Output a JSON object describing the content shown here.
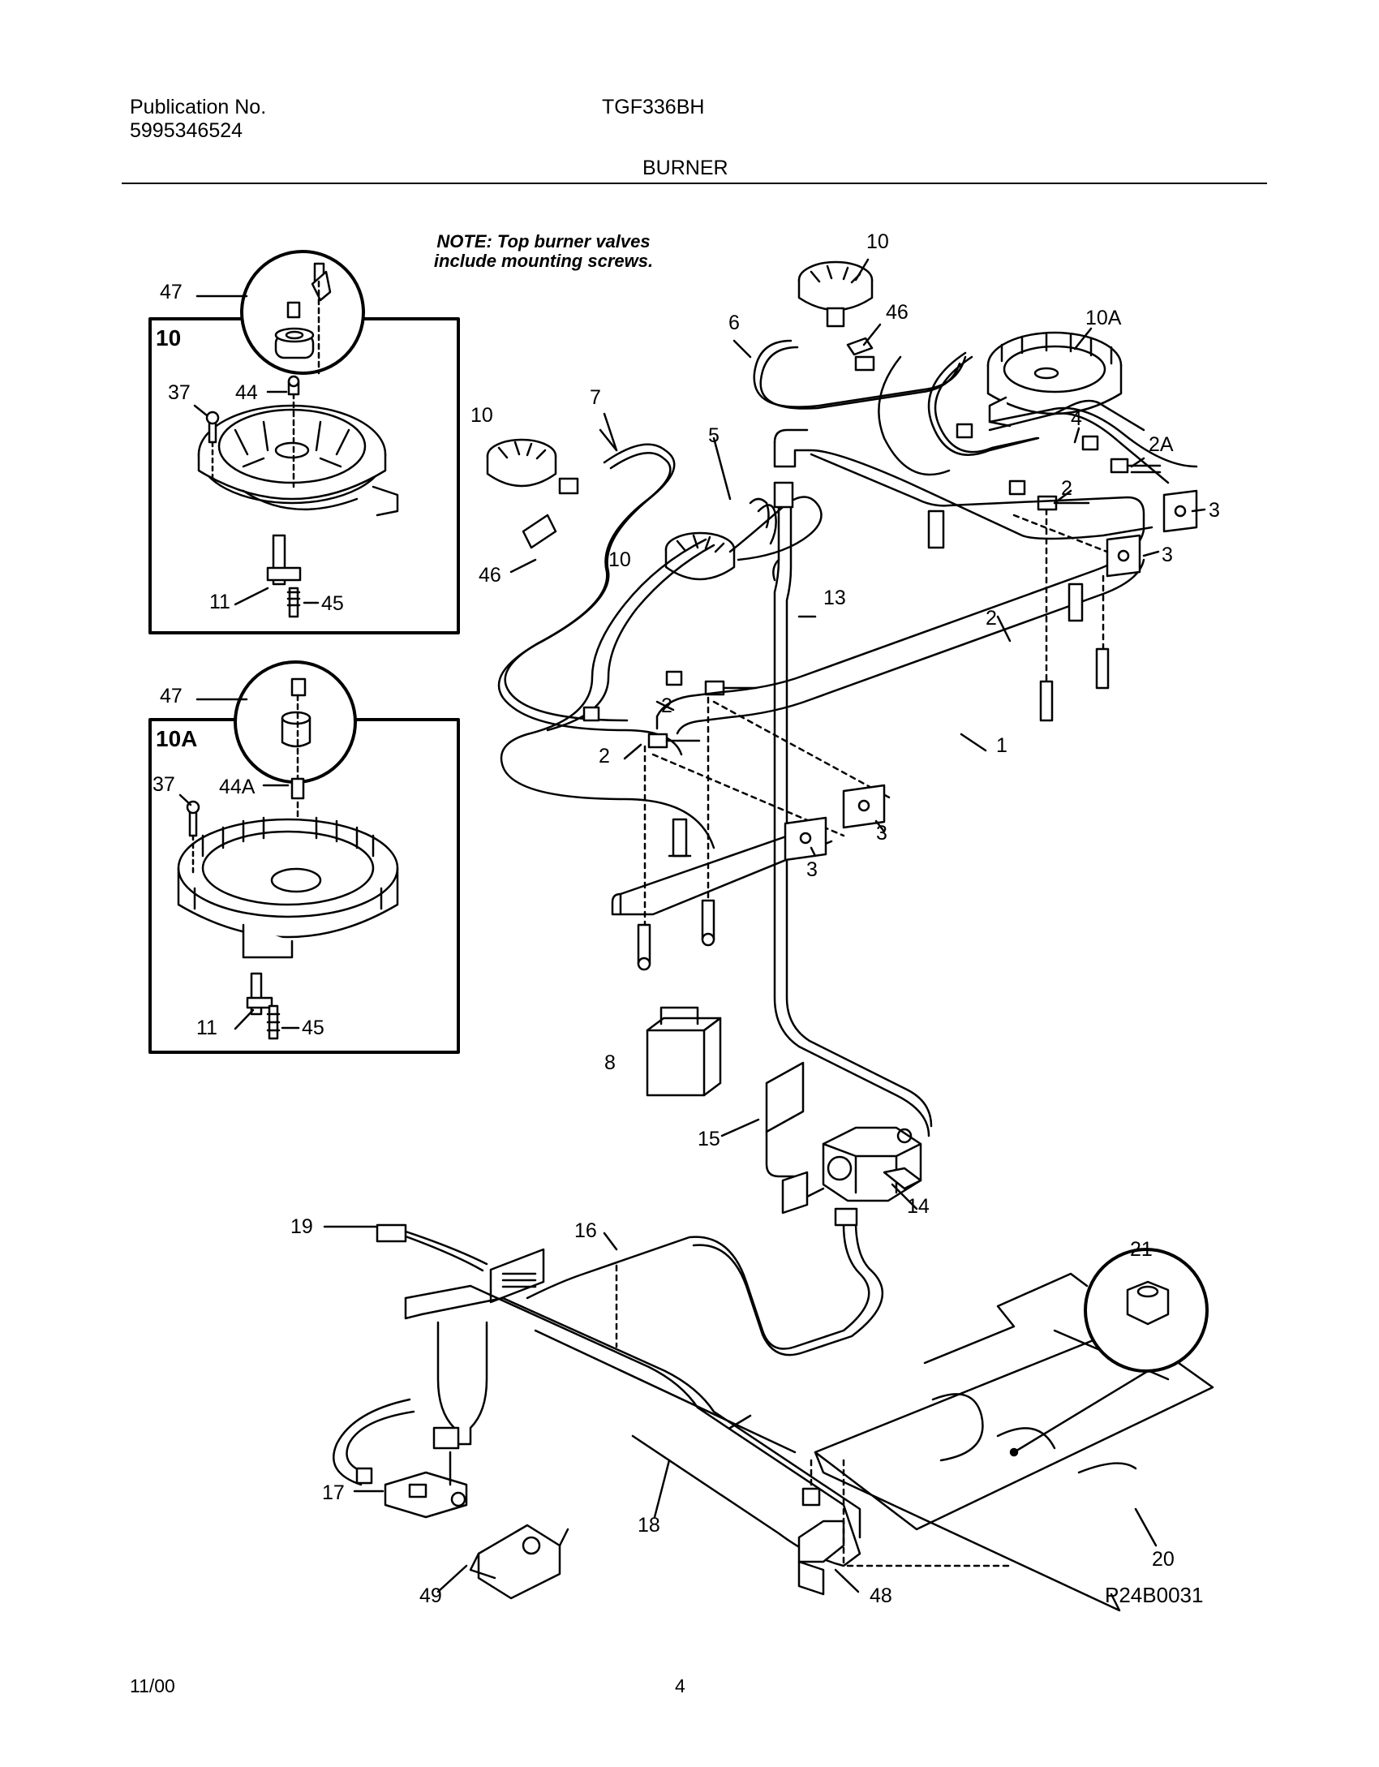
{
  "header": {
    "publication_label": "Publication No.",
    "publication_number": "5995346524",
    "model": "TGF336BH",
    "section": "BURNER"
  },
  "note": {
    "line1": "NOTE: Top burner valves",
    "line2": "include mounting screws."
  },
  "inset_10": {
    "title": "10"
  },
  "inset_10a": {
    "title": "10A"
  },
  "callouts": [
    "1",
    "2",
    "2A",
    "3",
    "4",
    "5",
    "6",
    "7",
    "8",
    "10",
    "10A",
    "11",
    "13",
    "14",
    "15",
    "16",
    "17",
    "18",
    "19",
    "20",
    "21",
    "37",
    "44",
    "44A",
    "45",
    "46",
    "47",
    "48",
    "49"
  ],
  "figure_code": "P24B0031",
  "footer": {
    "date": "11/00",
    "page": "4"
  }
}
